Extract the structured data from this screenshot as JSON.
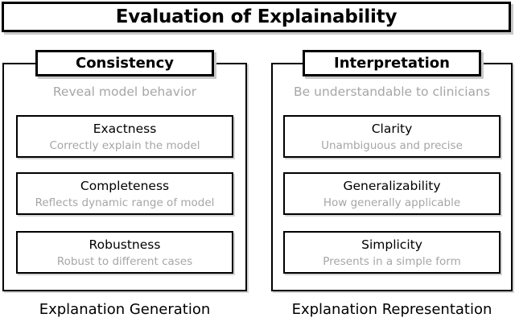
{
  "title": "Evaluation of Explainability",
  "colors": {
    "background": "#ffffff",
    "border": "#000000",
    "text_primary": "#000000",
    "text_secondary": "#a6a6a6",
    "shadow": "#c9c9c9"
  },
  "columns": [
    {
      "header": "Consistency",
      "subtitle": "Reveal model behavior",
      "items": [
        {
          "name": "Exactness",
          "description": "Correctly explain the model"
        },
        {
          "name": "Completeness",
          "description": "Reflects dynamic range of model"
        },
        {
          "name": "Robustness",
          "description": "Robust to different cases"
        }
      ],
      "footer": "Explanation Generation"
    },
    {
      "header": "Interpretation",
      "subtitle": "Be understandable to clinicians",
      "items": [
        {
          "name": "Clarity",
          "description": "Unambiguous and precise"
        },
        {
          "name": "Generalizability",
          "description": "How generally applicable"
        },
        {
          "name": "Simplicity",
          "description": "Presents in a simple form"
        }
      ],
      "footer": "Explanation Representation"
    }
  ]
}
